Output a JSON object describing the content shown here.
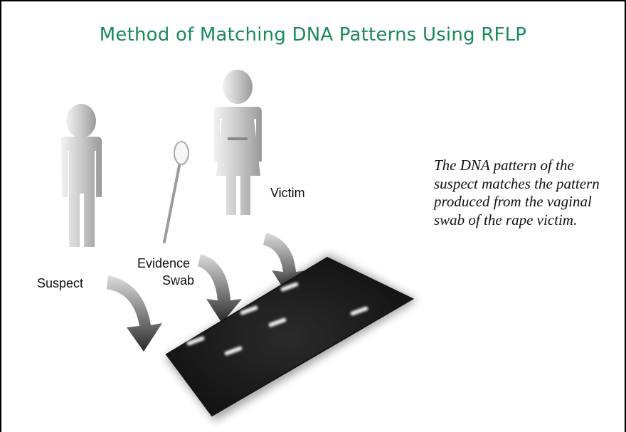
{
  "title": "Method of Matching DNA Patterns Using RFLP",
  "labels": {
    "suspect": "Suspect",
    "evidence_swab_line1": "Evidence",
    "evidence_swab_line2": "Swab",
    "victim": "Victim"
  },
  "caption": "The DNA pattern of the suspect matches the pattern produced from the vaginal swab of the rape victim.",
  "colors": {
    "title": "#1a8a5a",
    "gel": "#1e1e1e",
    "band": "#e6e6e6",
    "figure": "#cfcfcf"
  },
  "icons": [
    "male-figure-icon",
    "swab-icon",
    "female-figure-icon",
    "arrow-icon"
  ]
}
